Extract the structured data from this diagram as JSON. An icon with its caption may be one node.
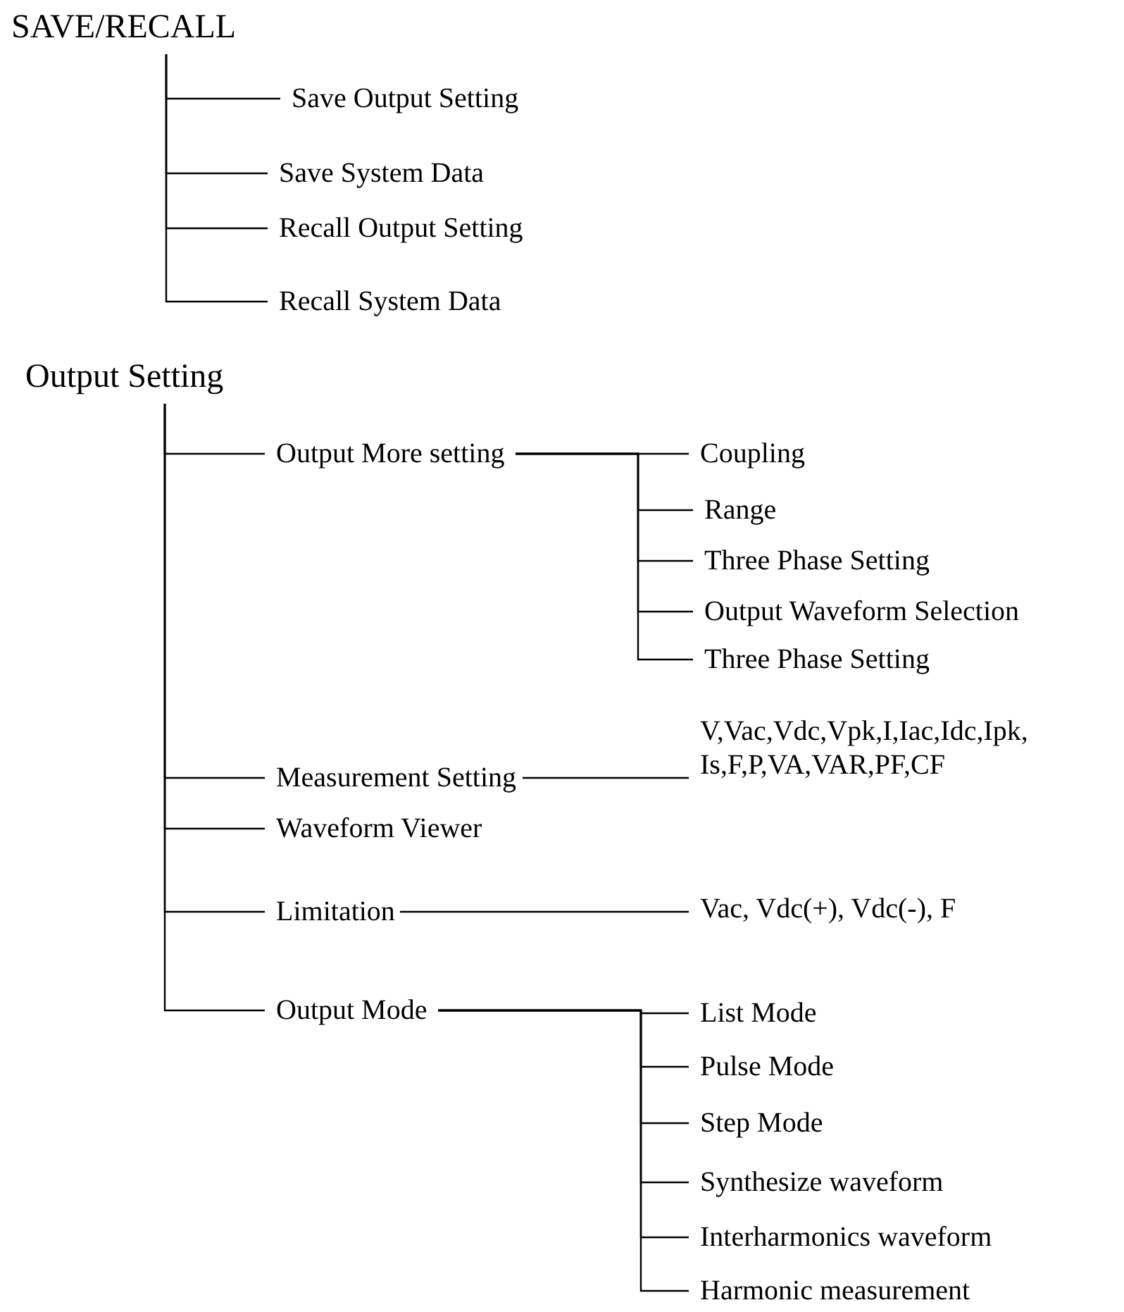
{
  "diagram": {
    "nodes": [
      {
        "text": [
          "SAVE/RECALL"
        ]
      },
      {
        "text": [
          "Save Output Setting"
        ]
      },
      {
        "text": [
          "Save System Data"
        ]
      },
      {
        "text": [
          "Recall Output Setting"
        ]
      },
      {
        "text": [
          "Recall System Data"
        ]
      },
      {
        "text": [
          "Output Setting"
        ]
      },
      {
        "text": [
          "Output More setting"
        ]
      },
      {
        "text": [
          "Coupling"
        ]
      },
      {
        "text": [
          "Range"
        ]
      },
      {
        "text": [
          "Three Phase Setting"
        ]
      },
      {
        "text": [
          "Output Waveform Selection"
        ]
      },
      {
        "text": [
          "Three Phase Setting"
        ]
      },
      {
        "text": [
          "Measurement Setting"
        ]
      },
      {
        "text": [
          "V,Vac,Vdc,Vpk,I,Iac,Idc,Ipk, Is,F,P,VA,VAR,PF,CF"
        ]
      },
      {
        "text": [
          "Waveform Viewer"
        ]
      },
      {
        "text": [
          "Limitation"
        ]
      },
      {
        "text": [
          "Vac, Vdc(+), Vdc(-), F"
        ]
      },
      {
        "text": [
          "Output Mode"
        ]
      },
      {
        "text": [
          "List Mode"
        ]
      },
      {
        "text": [
          "Pulse Mode"
        ]
      },
      {
        "text": [
          "Step Mode"
        ]
      },
      {
        "text": [
          "Synthesize waveform"
        ]
      },
      {
        "text": [
          "Interharmonics waveform"
        ]
      },
      {
        "text": [
          "Harmonic measurement"
        ]
      }
    ],
    "edges": [
      {
        "from": 0,
        "to": 1,
        "arrow": "none"
      },
      {
        "from": 0,
        "to": 2,
        "arrow": "none"
      },
      {
        "from": 0,
        "to": 3,
        "arrow": "none"
      },
      {
        "from": 0,
        "to": 4,
        "arrow": "none"
      },
      {
        "from": 5,
        "to": 6,
        "arrow": "none"
      },
      {
        "from": 6,
        "to": 7,
        "arrow": "none"
      },
      {
        "from": 6,
        "to": 8,
        "arrow": "none"
      },
      {
        "from": 6,
        "to": 9,
        "arrow": "none"
      },
      {
        "from": 6,
        "to": 10,
        "arrow": "none"
      },
      {
        "from": 6,
        "to": 11,
        "arrow": "none"
      },
      {
        "from": 5,
        "to": 12,
        "arrow": "none"
      },
      {
        "from": 12,
        "to": 13,
        "arrow": "none"
      },
      {
        "from": 5,
        "to": 14,
        "arrow": "none"
      },
      {
        "from": 5,
        "to": 15,
        "arrow": "none"
      },
      {
        "from": 15,
        "to": 16,
        "arrow": "none"
      },
      {
        "from": 5,
        "to": 17,
        "arrow": "none"
      },
      {
        "from": 17,
        "to": 18,
        "arrow": "none"
      },
      {
        "from": 17,
        "to": 19,
        "arrow": "none"
      },
      {
        "from": 17,
        "to": 20,
        "arrow": "none"
      },
      {
        "from": 17,
        "to": 21,
        "arrow": "none"
      },
      {
        "from": 17,
        "to": 22,
        "arrow": "none"
      },
      {
        "from": 17,
        "to": 23,
        "arrow": "none"
      }
    ]
  }
}
